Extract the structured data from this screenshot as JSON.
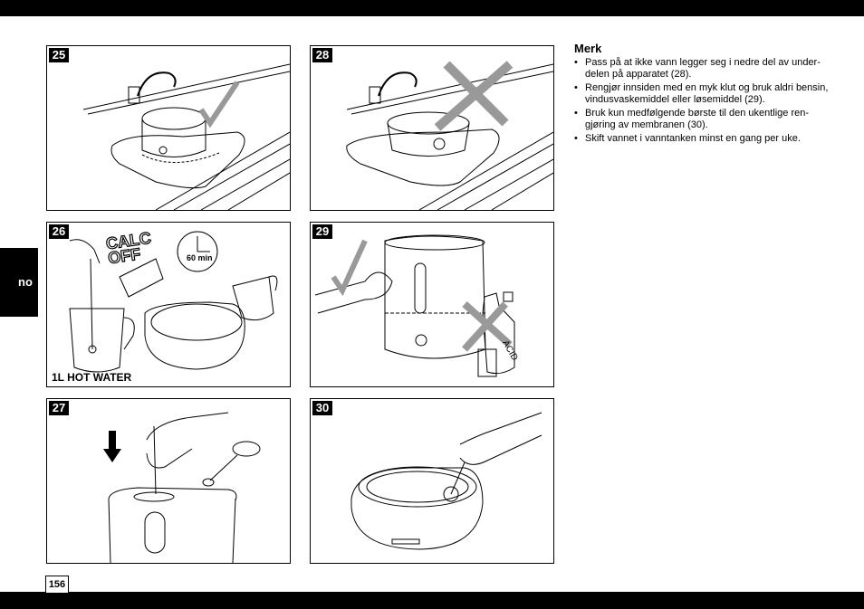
{
  "language_tab": "no",
  "page_number": "156",
  "note": {
    "heading": "Merk",
    "items": [
      "Pass på at ikke vann legger seg i nedre del av under-\ndelen på apparatet (28).",
      "Rengjør innsiden med en myk klut og bruk aldri bensin,\nvindusvaskemiddel eller løsemiddel (29).",
      "Bruk kun medfølgende børste til den ukentlige ren-\ngjøring av membranen (30).",
      "Skift vannet i vanntanken minst en gang per uke."
    ]
  },
  "figures": [
    {
      "number": "25"
    },
    {
      "number": "28"
    },
    {
      "number": "26",
      "caption": "1L HOT WATER",
      "label_calc": "CALC",
      "label_off": "OFF",
      "timer": "60 min"
    },
    {
      "number": "29",
      "bottle_label": "ACID"
    },
    {
      "number": "27"
    },
    {
      "number": "30"
    }
  ]
}
